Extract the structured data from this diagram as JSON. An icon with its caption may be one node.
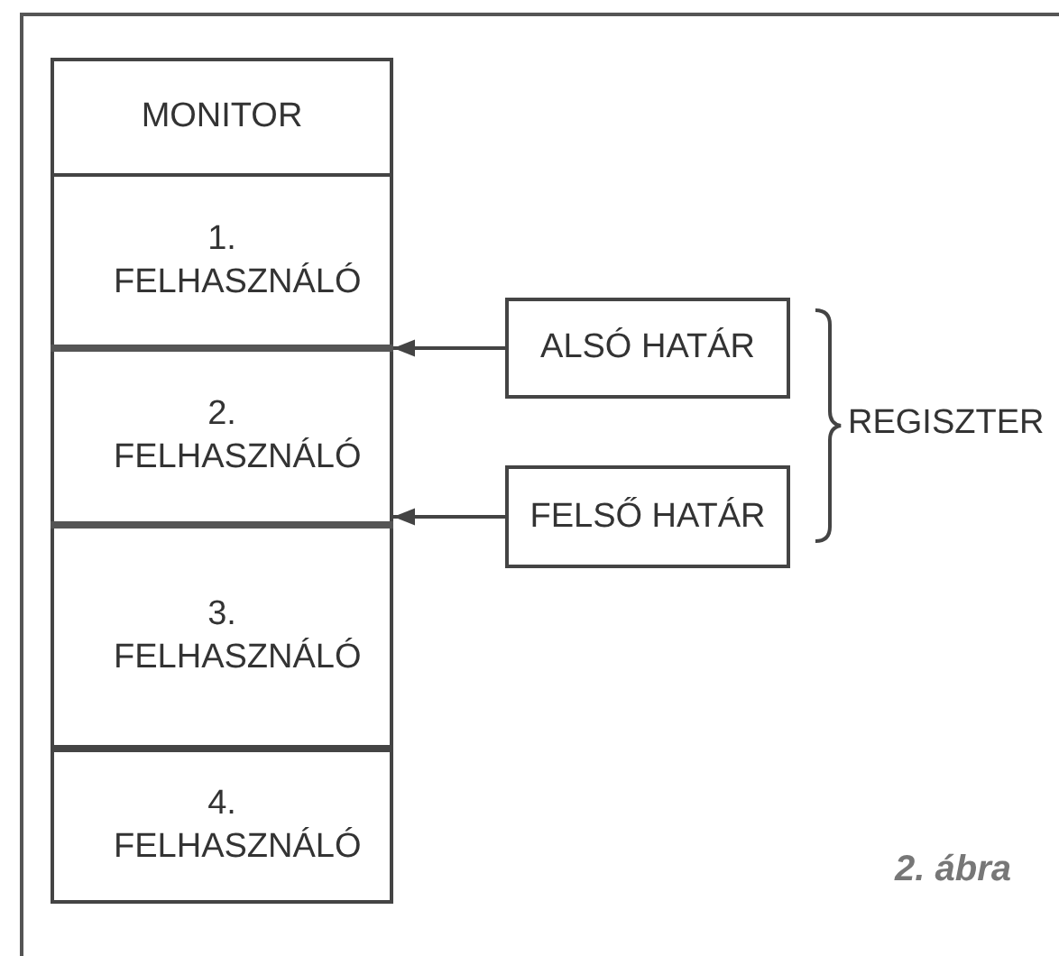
{
  "diagram": {
    "caption": "2. ábra",
    "nodes": [
      {
        "text": [
          "MONITOR"
        ]
      },
      {
        "text": [
          "1. FELHASZNÁLÓ"
        ]
      },
      {
        "text": [
          "2. FELHASZNÁLÓ"
        ]
      },
      {
        "text": [
          "3. FELHASZNÁLÓ"
        ]
      },
      {
        "text": [
          "4. FELHASZNÁLÓ"
        ]
      },
      {
        "text": [
          "ALSÓ HATÁR"
        ]
      },
      {
        "text": [
          "FELSŐ HATÁR"
        ]
      },
      {
        "text": [],
        "shape": "bar"
      },
      {
        "text": [],
        "shape": "bar"
      }
    ],
    "edges": [
      {
        "from": 5,
        "to": 7,
        "arrow": "to"
      },
      {
        "from": 6,
        "to": 8,
        "arrow": "to"
      }
    ],
    "labels": [
      "REGISZTER"
    ]
  }
}
